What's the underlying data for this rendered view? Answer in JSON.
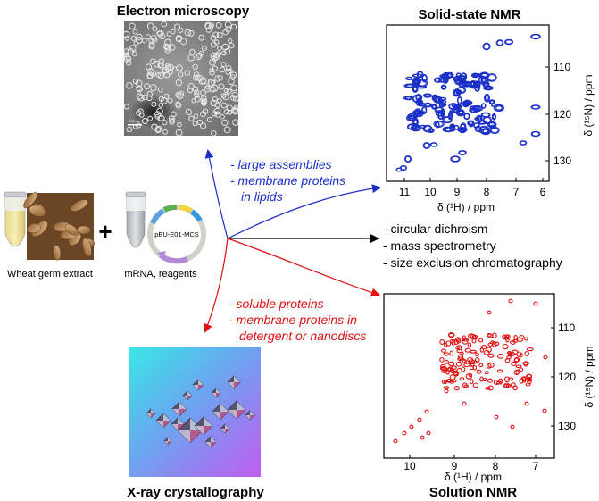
{
  "titles": {
    "em": "Electron microscopy",
    "ss_nmr": "Solid-state NMR",
    "sol_nmr": "Solution NMR",
    "xray": "X-ray crystallography"
  },
  "em_scalebar": "100 nm",
  "left": {
    "extract_label": "Wheat germ extract",
    "plus": "+",
    "reagents_label": "mRNA, reagents",
    "plasmid_label": "pEU-E01-MCS"
  },
  "blue_notes": {
    "line1": "- large assemblies",
    "line2": "- membrane proteins",
    "line3": "in lipids"
  },
  "red_notes": {
    "line1": "- soluble proteins",
    "line2": "- membrane proteins in",
    "line3": "detergent or nanodiscs"
  },
  "black_notes": {
    "line1": "- circular dichroism",
    "line2": "- mass spectrometry",
    "line3": "- size exclusion chromatography"
  },
  "ss_nmr_axes": {
    "ylabel": "δ (¹⁵N) / ppm",
    "xlabel": "δ (¹H) / ppm",
    "xticks": [
      "11",
      "10",
      "9",
      "8",
      "7",
      "6"
    ],
    "yticks": [
      "110",
      "120",
      "130"
    ]
  },
  "sol_nmr_axes": {
    "ylabel": "δ (¹⁵N) / ppm",
    "xlabel": "δ (¹H) / ppm",
    "xticks": [
      "10",
      "9",
      "8",
      "7"
    ],
    "yticks": [
      "110",
      "120",
      "130"
    ]
  },
  "colors": {
    "blue": "#1a2fc8",
    "red": "#e01010",
    "black": "#000000"
  }
}
